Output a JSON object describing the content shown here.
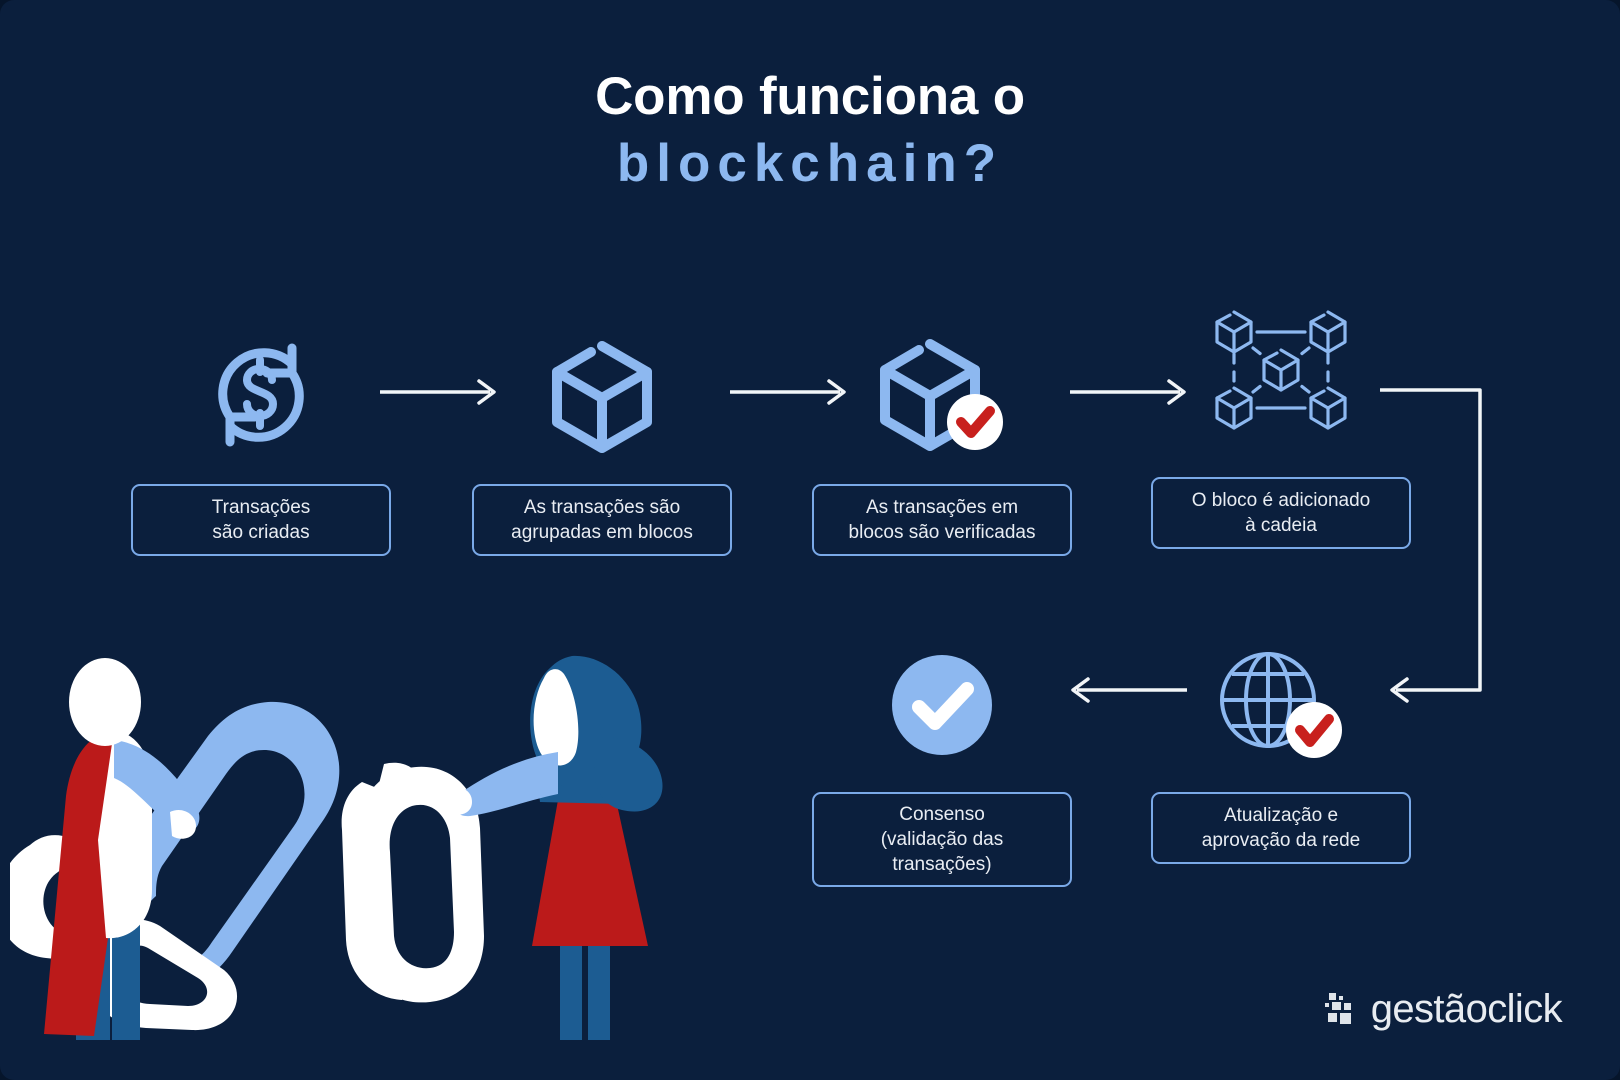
{
  "title": {
    "line1": "Como funciona o",
    "line2": "blockchain?",
    "line1_color": "#ffffff",
    "line2_color": "#8db8f0"
  },
  "theme": {
    "background": "#0b1f3d",
    "accent_blue": "#8db8f0",
    "border_blue": "#7aa9e8",
    "text": "#e9edf3",
    "check_red": "#c8201d",
    "figure_red": "#bb1a1a",
    "figure_blue": "#1c5c92",
    "figure_white": "#ffffff",
    "arrow_white": "#f2f5f8"
  },
  "flow": {
    "steps": [
      {
        "index": 1,
        "icon": "money-transfer-icon",
        "label": "Transações\nsão criadas"
      },
      {
        "index": 2,
        "icon": "cube-icon",
        "label": "As transações são\nagrupadas em blocos"
      },
      {
        "index": 3,
        "icon": "cube-verified-icon",
        "label": "As transações em\nblocos são verificadas"
      },
      {
        "index": 4,
        "icon": "blockchain-network-icon",
        "label": "O bloco é adicionado\nà cadeia"
      },
      {
        "index": 5,
        "icon": "globe-verified-icon",
        "label": "Atualização e\naprovação da rede"
      },
      {
        "index": 6,
        "icon": "check-circle-icon",
        "label": "Consenso\n(validação das\ntransações)"
      }
    ],
    "connectors": [
      {
        "name": "arrow-step1-to-step2",
        "direction": "right"
      },
      {
        "name": "arrow-step2-to-step3",
        "direction": "right"
      },
      {
        "name": "arrow-step3-to-step4",
        "direction": "right"
      },
      {
        "name": "arrow-step4-to-step5",
        "direction": "wrap-down-left"
      },
      {
        "name": "arrow-step5-to-step6",
        "direction": "left"
      }
    ]
  },
  "illustration": {
    "name": "people-holding-chain-links",
    "figures": [
      {
        "name": "person-left",
        "description": "person in red coat holding blue chain link"
      },
      {
        "name": "person-right",
        "description": "person with blue hair and red skirt holding white chain link"
      }
    ]
  },
  "logo": {
    "mark": "pixel-blocks-logo-icon",
    "wordmark": "gestãoclick"
  }
}
